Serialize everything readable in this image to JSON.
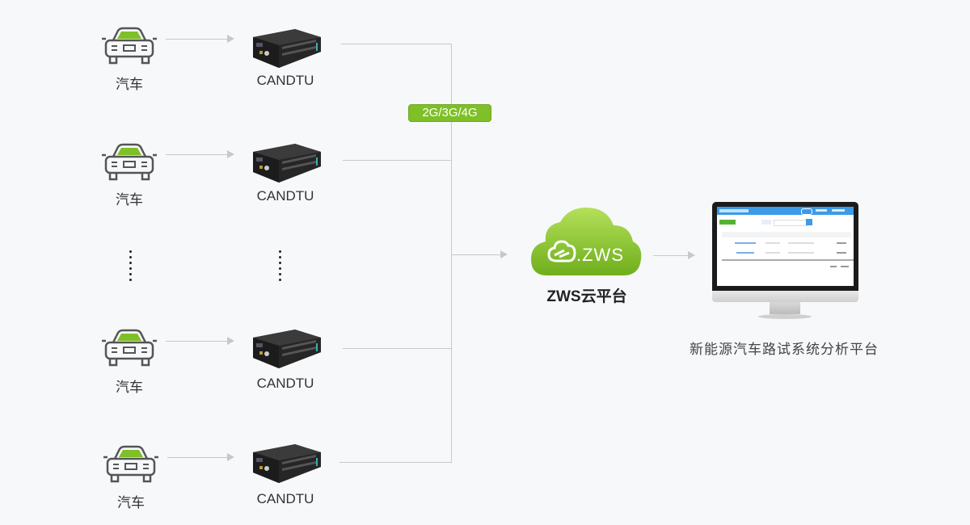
{
  "diagram": {
    "rows": [
      {
        "vehicle_label": "汽车",
        "device_label": "CANDTU"
      },
      {
        "vehicle_label": "汽车",
        "device_label": "CANDTU"
      },
      {
        "vehicle_label": "汽车",
        "device_label": "CANDTU"
      },
      {
        "vehicle_label": "汽车",
        "device_label": "CANDTU"
      }
    ],
    "network_badge": "2G/3G/4G",
    "cloud": {
      "logo_text": ".ZWS",
      "label": "ZWS云平台"
    },
    "platform": {
      "label": "新能源汽车路试系统分析平台"
    },
    "colors": {
      "accent_green": "#7fbf27",
      "line_gray": "#c8c8c8",
      "background": "#f7f8fa",
      "screen_header_blue": "#3c9ae8"
    }
  }
}
